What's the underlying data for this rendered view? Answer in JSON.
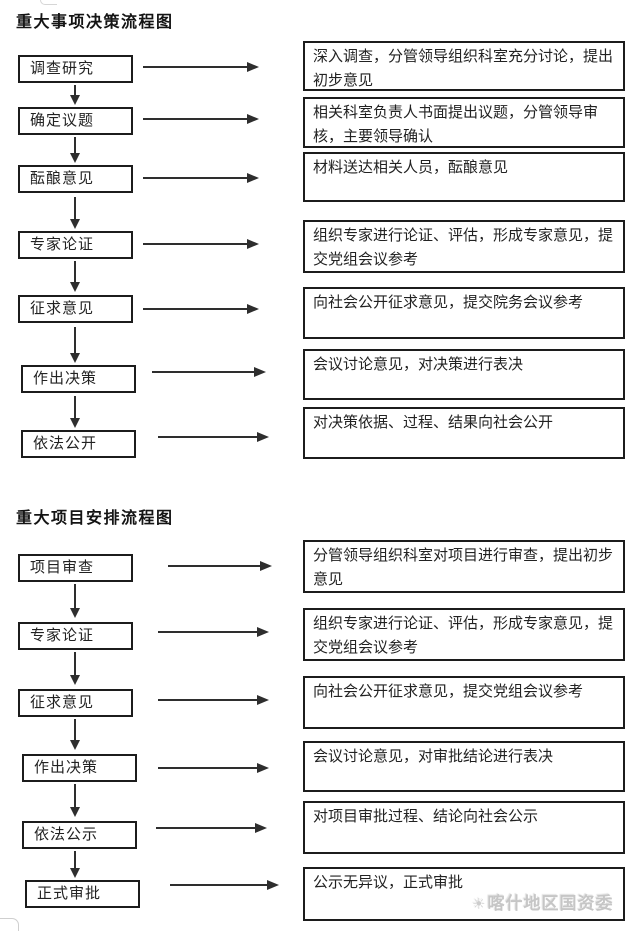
{
  "colors": {
    "box_border": "#1c1c1c",
    "arrow": "#2e2e2e",
    "watermark_gray": "#c6c6c6",
    "background": "#ffffff"
  },
  "watermark": {
    "icon": "sun-logo-icon",
    "text": "喀什地区国资委"
  },
  "charts": [
    {
      "title": "重大事项决策流程图",
      "steps": [
        {
          "label": "调查研究",
          "detail": "深入调查，分管领导组织科室充分讨论，提出初步意见"
        },
        {
          "label": "确定议题",
          "detail": "相关科室负责人书面提出议题，分管领导审核，主要领导确认"
        },
        {
          "label": "酝酿意见",
          "detail": "材料送达相关人员，酝酿意见"
        },
        {
          "label": "专家论证",
          "detail": "组织专家进行论证、评估，形成专家意见，提交党组会议参考"
        },
        {
          "label": "征求意见",
          "detail": "向社会公开征求意见，提交院务会议参考"
        },
        {
          "label": "作出决策",
          "detail": "会议讨论意见，对决策进行表决"
        },
        {
          "label": "依法公开",
          "detail": "对决策依据、过程、结果向社会公开"
        }
      ]
    },
    {
      "title": "重大项目安排流程图",
      "steps": [
        {
          "label": "项目审查",
          "detail": "分管领导组织科室对项目进行审查，提出初步意见"
        },
        {
          "label": "专家论证",
          "detail": "组织专家进行论证、评估，形成专家意见，提交党组会议参考"
        },
        {
          "label": "征求意见",
          "detail": "向社会公开征求意见，提交党组会议参考"
        },
        {
          "label": "作出决策",
          "detail": "会议讨论意见，对审批结论进行表决"
        },
        {
          "label": "依法公示",
          "detail": "对项目审批过程、结论向社会公示"
        },
        {
          "label": "正式审批",
          "detail": "公示无异议，正式审批"
        }
      ]
    }
  ]
}
